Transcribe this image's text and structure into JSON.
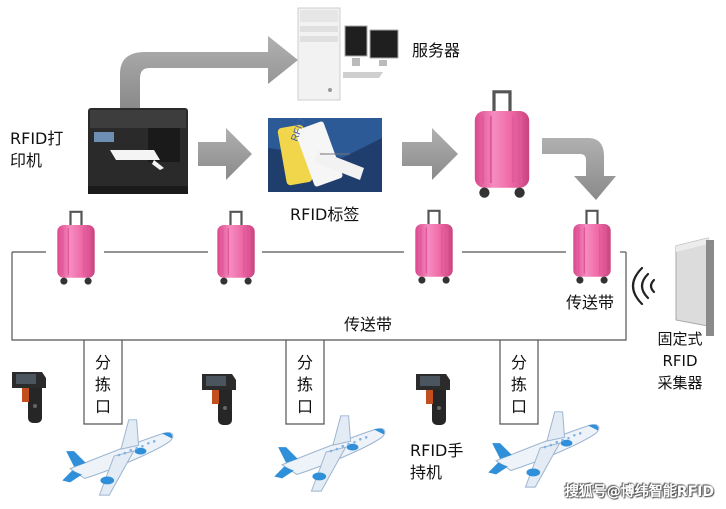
{
  "labels": {
    "server": "服务器",
    "printer": "RFID打\n印机",
    "tag": "RFID标签",
    "conveyor_main": "传送带",
    "conveyor_side": "传送带",
    "fixed_reader": "固定式\nRFID\n采集器",
    "sort_port": "分\n拣\n口",
    "handheld": "RFID手\n持机"
  },
  "watermark": "搜狐号@博纬智能RFID",
  "colors": {
    "arrow": "#9a9a9a",
    "luggage": "#f06aa8",
    "luggage_dark": "#c94585",
    "plane_body": "#eef3fa",
    "plane_accent": "#2f8fd8",
    "line": "#555555"
  },
  "icons": [
    "server-icon",
    "printer-icon",
    "rfid-tag-photo",
    "luggage-icon",
    "antenna-icon",
    "handheld-reader-icon",
    "airplane-icon",
    "signal-waves-icon"
  ]
}
